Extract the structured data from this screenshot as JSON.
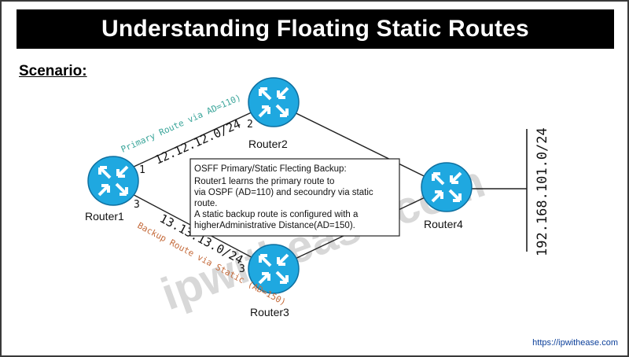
{
  "header": {
    "title": "Understanding Floating Static Routes"
  },
  "scenario_label": "Scenario:",
  "watermark": "ipwithease.com",
  "routers": {
    "router1": "Router1",
    "router2": "Router2",
    "router3": "Router3",
    "router4": "Router4"
  },
  "links": {
    "primary_route": "Primary Route via AD=110)",
    "primary_subnet": "12.12.12.0/24",
    "backup_route": "Backup Route via Static (AD=150)",
    "backup_subnet": "13.13.13.0/24",
    "lan_subnet": "192.168.101.0/24",
    "if_r1_r2": "1",
    "if_r1_r3": "3",
    "if_r2": "2",
    "if_r3": "3"
  },
  "note": {
    "heading": "OSFF Primary/Static Flecting Backup:",
    "line1": "Router1 learns the primary route to",
    "line2": "via OSPF (AD=110) and secoundry via static",
    "line3": "route.",
    "line4": "A static backup route is configured with a",
    "line5": "higherAdministrative Distance(AD=150)."
  },
  "footer": {
    "url": "https://ipwithease.com"
  },
  "colors": {
    "router_fill": "#1fa8e0",
    "router_dark": "#0e6f9f",
    "primary_label": "#3aa59a",
    "backup_label": "#c46a3a",
    "title_bg": "#000000"
  }
}
